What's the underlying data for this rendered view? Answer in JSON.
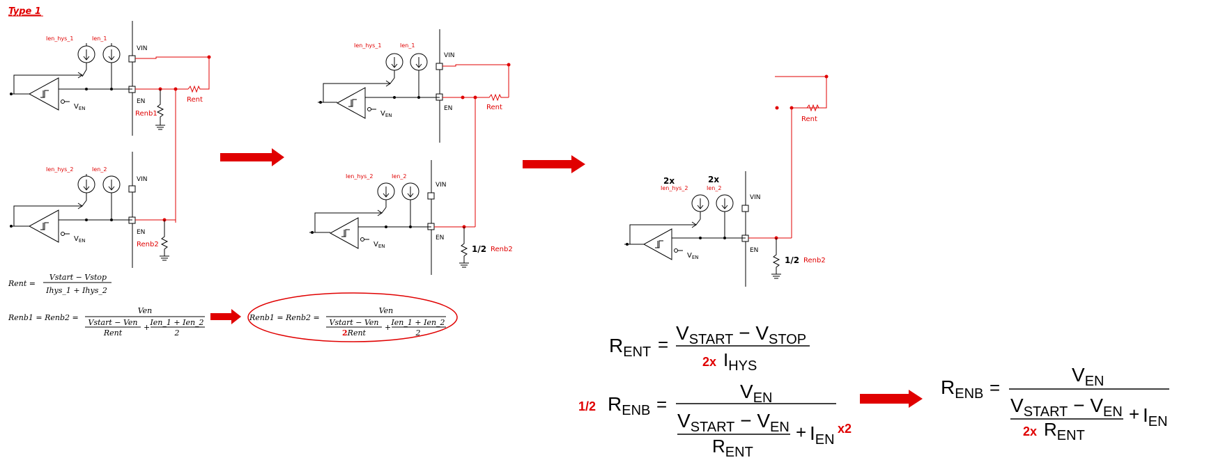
{
  "header": {
    "title": "Type 1"
  },
  "labels": {
    "ihys1": "Ien_hys_1",
    "ien1": "Ien_1",
    "ihys2": "Ien_hys_2",
    "ien2": "Ien_2",
    "vin": "VIN",
    "en": "EN",
    "ven_main": "V",
    "ven_sub": "EN",
    "rent": "Rent",
    "renb1": "Renb1",
    "renb2": "Renb2",
    "half": "1/2",
    "twox": "2x"
  },
  "formulas": {
    "rent_lhs": "Rent =",
    "rent_num": "Vstart − Vstop",
    "rent_den": "Ihys_1 + Ihys_2",
    "renb_lhs": "Renb1 = Renb2 =",
    "renb_num": "Ven",
    "renb_inner_num": "Vstart − Ven",
    "renb_inner_den": "Rent",
    "renb_plus": "+",
    "renb_i_num": "Ien_1 + Ien_2",
    "renb_i_den": "2",
    "renb_inner_den_red": "2"
  },
  "big_eqs": {
    "R": "R",
    "V": "V",
    "I": "I",
    "ENT": "ENT",
    "ENB": "ENB",
    "START": "START",
    "STOP": "STOP",
    "EN": "EN",
    "HYS": "HYS",
    "eq": "=",
    "minus": "−",
    "plus": "+",
    "red_2x": "2x",
    "red_half": "1/2",
    "red_x2": "x2"
  },
  "colors": {
    "accent": "#e00000",
    "line": "#000000"
  }
}
